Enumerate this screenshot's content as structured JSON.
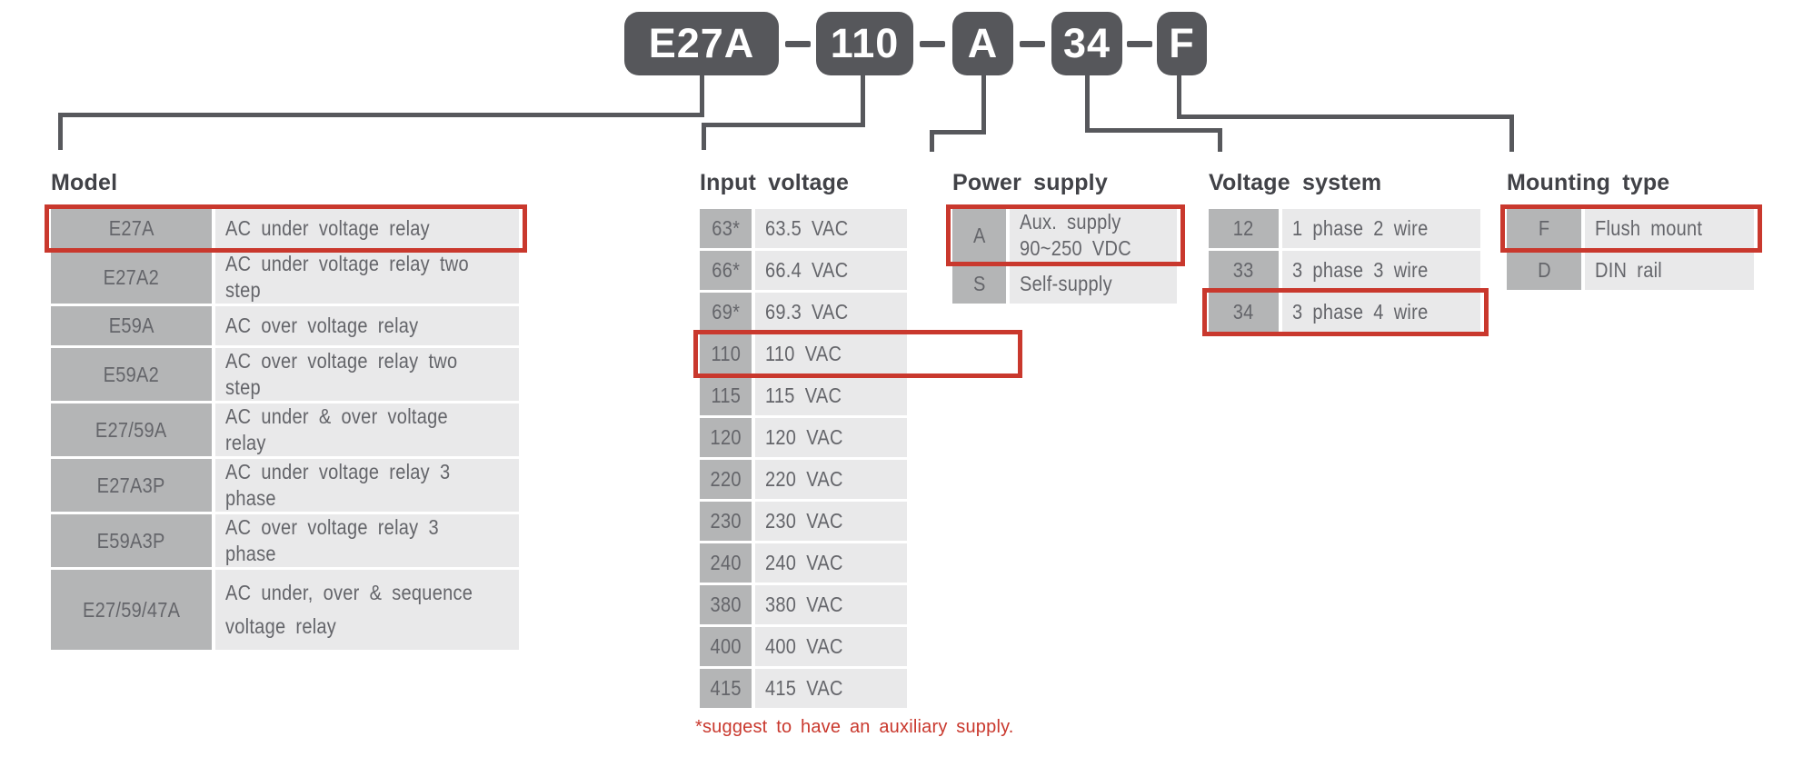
{
  "product_code": {
    "segments": [
      "E27A",
      "110",
      "A",
      "34",
      "F"
    ],
    "separator": "-"
  },
  "sections": [
    {
      "title": "Model",
      "rows": [
        {
          "code": "E27A",
          "desc": "AC under voltage relay",
          "highlight": true
        },
        {
          "code": "E27A2",
          "desc": "AC under voltage relay two step"
        },
        {
          "code": "E59A",
          "desc": "AC over voltage relay"
        },
        {
          "code": "E59A2",
          "desc": "AC over voltage relay two step"
        },
        {
          "code": "E27/59A",
          "desc": "AC under & over voltage relay"
        },
        {
          "code": "E27A3P",
          "desc": "AC under voltage relay 3 phase"
        },
        {
          "code": "E59A3P",
          "desc": "AC over voltage relay 3 phase"
        },
        {
          "code": "E27/59/47A",
          "desc": "AC under, over & sequence\nvoltage relay"
        }
      ]
    },
    {
      "title": "Input voltage",
      "footnote": "*suggest to have an auxiliary supply.",
      "rows": [
        {
          "code": "63",
          "star": "*",
          "desc": "63.5 VAC"
        },
        {
          "code": "66",
          "star": "*",
          "desc": "66.4 VAC"
        },
        {
          "code": "69",
          "star": "*",
          "desc": "69.3 VAC"
        },
        {
          "code": "110",
          "desc": "110 VAC",
          "highlight": true
        },
        {
          "code": "115",
          "desc": "115 VAC"
        },
        {
          "code": "120",
          "desc": "120 VAC"
        },
        {
          "code": "220",
          "desc": "220 VAC"
        },
        {
          "code": "230",
          "desc": "230 VAC"
        },
        {
          "code": "240",
          "desc": "240 VAC"
        },
        {
          "code": "380",
          "desc": "380 VAC"
        },
        {
          "code": "400",
          "desc": "400 VAC"
        },
        {
          "code": "415",
          "desc": "415 VAC"
        }
      ]
    },
    {
      "title": "Power supply",
      "rows": [
        {
          "code": "A",
          "desc": "Aux. supply\n90~250 VDC",
          "highlight": true
        },
        {
          "code": "S",
          "desc": "Self-supply"
        }
      ]
    },
    {
      "title": "Voltage system",
      "rows": [
        {
          "code": "12",
          "desc": "1 phase 2 wire"
        },
        {
          "code": "33",
          "desc": "3 phase 3 wire"
        },
        {
          "code": "34",
          "desc": "3 phase 4 wire",
          "highlight": true
        }
      ]
    },
    {
      "title": "Mounting type",
      "rows": [
        {
          "code": "F",
          "desc": "Flush mount",
          "highlight": true
        },
        {
          "code": "D",
          "desc": "DIN rail"
        }
      ]
    }
  ],
  "colors": {
    "accent_red": "#c9382d",
    "code_box_dark": "#56575b",
    "code_cell_bg": "#b4b5b6",
    "desc_cell_bg": "#e9e9ea",
    "text_gray": "#64656a"
  }
}
